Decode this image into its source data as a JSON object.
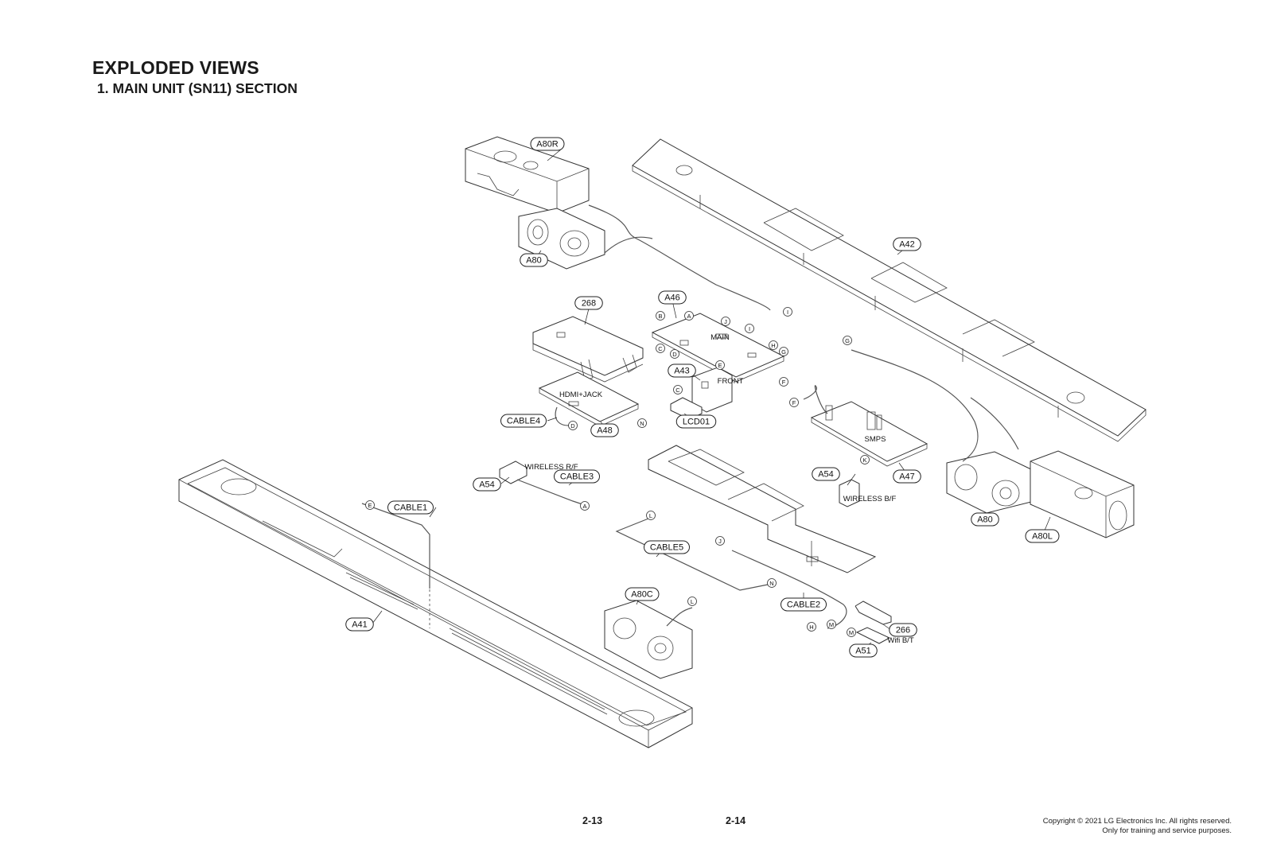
{
  "header": {
    "title": "EXPLODED VIEWS",
    "subtitle": "1. MAIN UNIT (SN11) SECTION"
  },
  "footer": {
    "page_left": "2-13",
    "page_right": "2-14",
    "copyright_line1": "Copyright © 2021 LG Electronics Inc. All rights reserved.",
    "copyright_line2": "Only for training and service purposes."
  },
  "part_labels": [
    "A80R",
    "A80",
    "A42",
    "268",
    "A46",
    "A43",
    "LCD01",
    "CABLE4",
    "A48",
    "A47",
    "A54",
    "A54",
    "CABLE3",
    "CABLE1",
    "A80",
    "A80L",
    "CABLE5",
    "CABLE2",
    "A80C",
    "266",
    "A51",
    "A41"
  ],
  "board_labels": [
    "MAIN",
    "FRONT",
    "HDMI+JACK",
    "SMPS",
    "WIRELESS R/F",
    "WIRELESS B/F",
    "Wifi B/T"
  ],
  "connector_letters": [
    "I",
    "B",
    "A",
    "J",
    "I",
    "H",
    "G",
    "C",
    "D",
    "E",
    "F",
    "C",
    "G",
    "F",
    "D",
    "N",
    "K",
    "E",
    "A",
    "L",
    "J",
    "N",
    "L",
    "H",
    "M",
    "M"
  ]
}
